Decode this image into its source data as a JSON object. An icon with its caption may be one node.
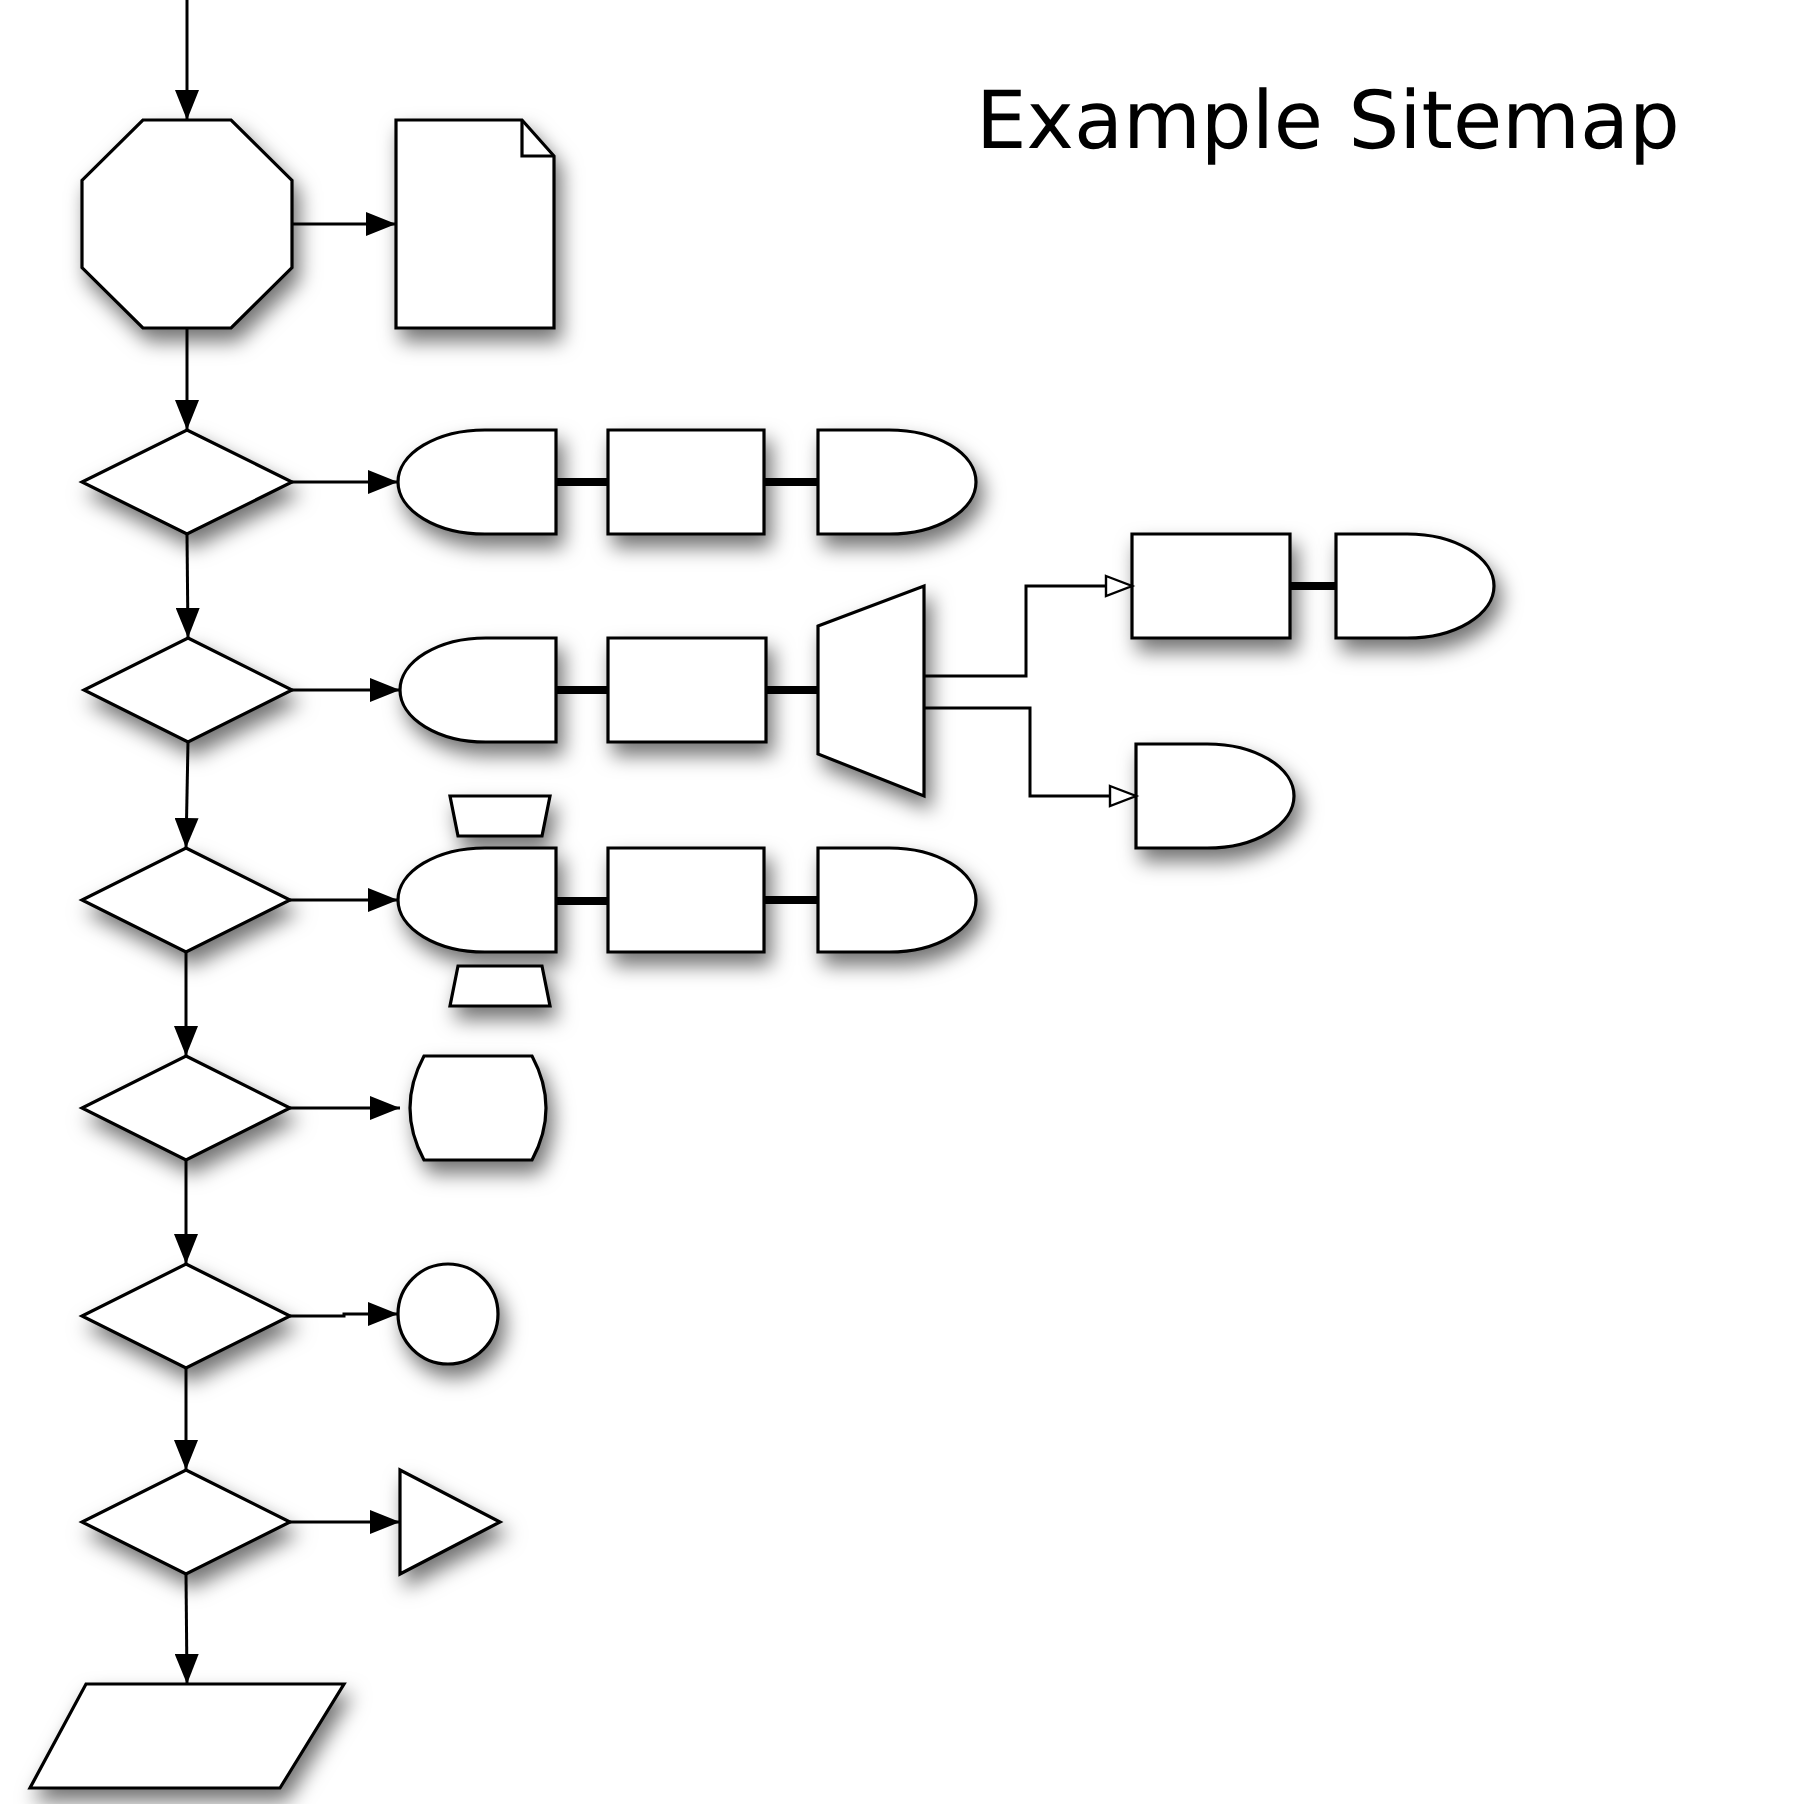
{
  "diagram": {
    "title": "Example Sitemap",
    "nodes": [
      {
        "text": [],
        "shape": "octagon"
      },
      {
        "text": [],
        "shape": "document"
      },
      {
        "text": [],
        "shape": "diamond"
      },
      {
        "text": [],
        "shape": "display"
      },
      {
        "text": [],
        "shape": "box"
      },
      {
        "text": [],
        "shape": "delay"
      },
      {
        "text": [],
        "shape": "diamond"
      },
      {
        "text": [],
        "shape": "display"
      },
      {
        "text": [],
        "shape": "box"
      },
      {
        "text": [],
        "shape": "trapezoid"
      },
      {
        "text": [],
        "shape": "box"
      },
      {
        "text": [],
        "shape": "delay"
      },
      {
        "text": [],
        "shape": "delay"
      },
      {
        "text": [],
        "shape": "diamond"
      },
      {
        "text": [],
        "shape": "camera"
      },
      {
        "text": [],
        "shape": "box"
      },
      {
        "text": [],
        "shape": "delay"
      },
      {
        "text": [],
        "shape": "diamond"
      },
      {
        "text": [],
        "shape": "stadium"
      },
      {
        "text": [],
        "shape": "diamond"
      },
      {
        "text": [],
        "shape": "circle"
      },
      {
        "text": [],
        "shape": "diamond"
      },
      {
        "text": [],
        "shape": "triangle"
      },
      {
        "text": [],
        "shape": "parallelogram"
      }
    ],
    "edges": [
      {
        "from": null,
        "to": 0,
        "arrow": "to"
      },
      {
        "from": 0,
        "to": 1,
        "arrow": "to"
      },
      {
        "from": 0,
        "to": 2,
        "arrow": "to"
      },
      {
        "from": 2,
        "to": 3,
        "arrow": "to"
      },
      {
        "from": 3,
        "to": 4,
        "arrow": "none",
        "style": "thick"
      },
      {
        "from": 4,
        "to": 5,
        "arrow": "none",
        "style": "thick"
      },
      {
        "from": 2,
        "to": 6,
        "arrow": "to"
      },
      {
        "from": 6,
        "to": 7,
        "arrow": "to"
      },
      {
        "from": 7,
        "to": 8,
        "arrow": "none",
        "style": "thick"
      },
      {
        "from": 8,
        "to": 9,
        "arrow": "none",
        "style": "thick"
      },
      {
        "from": 9,
        "to": 10,
        "arrow": "to"
      },
      {
        "from": 10,
        "to": 11,
        "arrow": "none",
        "style": "thick"
      },
      {
        "from": 9,
        "to": 12,
        "arrow": "to"
      },
      {
        "from": 6,
        "to": 13,
        "arrow": "to"
      },
      {
        "from": 13,
        "to": 14,
        "arrow": "to"
      },
      {
        "from": 14,
        "to": 15,
        "arrow": "none",
        "style": "thick"
      },
      {
        "from": 15,
        "to": 16,
        "arrow": "none",
        "style": "thick"
      },
      {
        "from": 13,
        "to": 17,
        "arrow": "to"
      },
      {
        "from": 17,
        "to": 18,
        "arrow": "to"
      },
      {
        "from": 17,
        "to": 19,
        "arrow": "to"
      },
      {
        "from": 19,
        "to": 20,
        "arrow": "to"
      },
      {
        "from": 19,
        "to": 21,
        "arrow": "to"
      },
      {
        "from": 21,
        "to": 22,
        "arrow": "to"
      },
      {
        "from": 21,
        "to": 23,
        "arrow": "to"
      }
    ]
  }
}
